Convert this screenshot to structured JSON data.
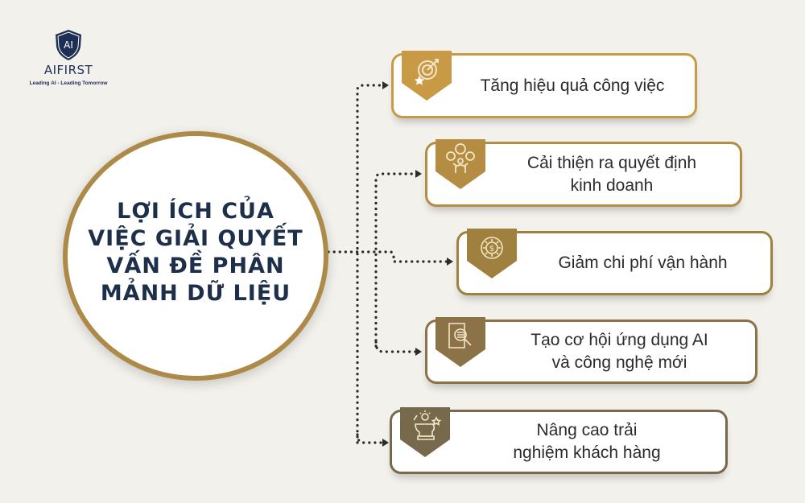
{
  "logo": {
    "mark": "AI",
    "brand": "AIFIRST",
    "tagline": "Leading AI - Leading Tomorrow"
  },
  "center": {
    "title_lines": [
      "LỢI ÍCH CỦA",
      "VIỆC GIẢI QUYẾT",
      "VẤN ĐỀ PHÂN",
      "MẢNH DỮ LIỆU"
    ]
  },
  "benefits": [
    {
      "icon": "target-star-icon",
      "label": "Tăng hiệu quả công việc",
      "color": "#c99a45"
    },
    {
      "icon": "decision-person-icon",
      "label": "Cải thiện ra quyết định kinh doanh",
      "lines": [
        "Cải thiện ra quyết định",
        "kinh doanh"
      ],
      "color": "#b48c42"
    },
    {
      "icon": "cost-gear-icon",
      "label": "Giảm chi phí vận hành",
      "color": "#a0803f"
    },
    {
      "icon": "document-search-icon",
      "label": "Tạo cơ hội ứng dụng AI và công nghệ mới",
      "lines": [
        "Tạo cơ hội ứng dụng AI",
        "và công nghệ mới"
      ],
      "color": "#8b7347"
    },
    {
      "icon": "idea-head-icon",
      "label": "Nâng cao trải nghiệm khách hàng",
      "lines": [
        "Nâng cao trải",
        "nghiệm khách hàng"
      ],
      "color": "#77694c"
    }
  ],
  "colors": {
    "background": "#f3f1ec",
    "navy": "#1d2f4a",
    "gold_border": "#ad8a48",
    "connector": "#2b2b2b"
  }
}
